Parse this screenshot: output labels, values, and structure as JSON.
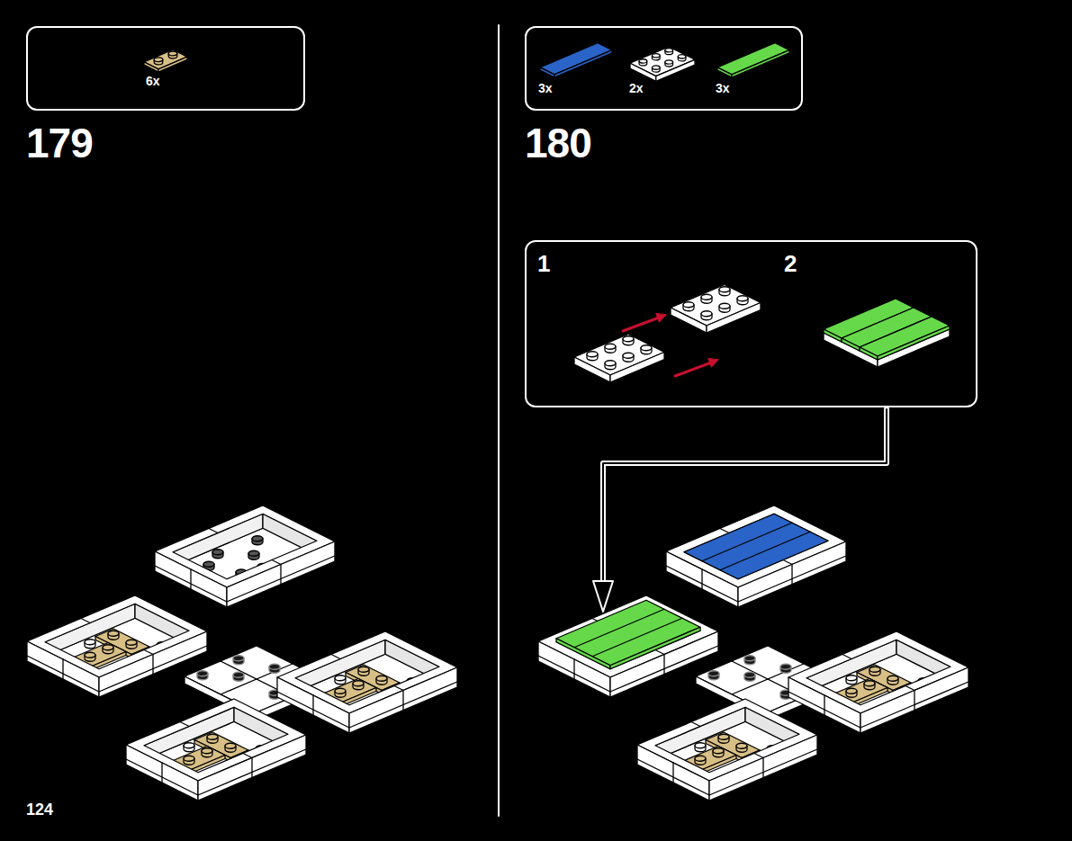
{
  "diagram": {
    "nodes": [
      {
        "text": [
          "6x"
        ]
      },
      {
        "text": [
          "3x",
          "2x",
          "3x"
        ]
      },
      {
        "text": [
          "1",
          "2"
        ]
      }
    ],
    "labels": [
      "179",
      "180",
      "124"
    ]
  }
}
